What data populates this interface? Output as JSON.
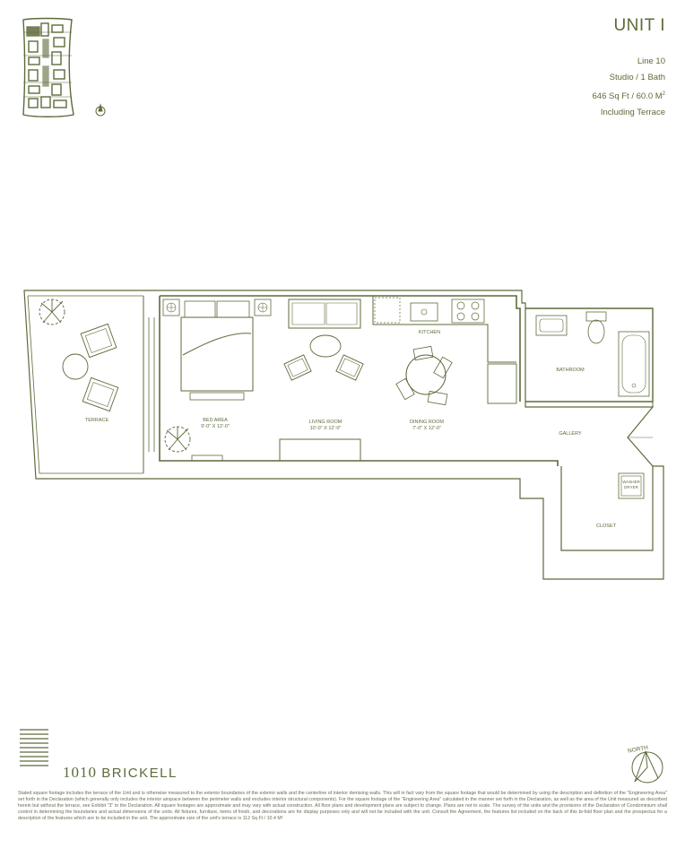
{
  "header": {
    "unit_title": "UNIT I",
    "line": "Line 10",
    "layout": "Studio / 1 Bath",
    "area_text": "646 Sq Ft / 60.0 M",
    "area_sup": "2",
    "terrace_note": "Including Terrace"
  },
  "rooms": {
    "terrace": {
      "name": "TERRACE",
      "dims": ""
    },
    "bed_area": {
      "name": "BED AREA",
      "dims": "9'-0\" X 12'-0\""
    },
    "living_room": {
      "name": "LIVING ROOM",
      "dims": "10'-0\" X 12'-0\""
    },
    "dining_room": {
      "name": "DINING ROOM",
      "dims": "7'-0\" X 12'-0\""
    },
    "kitchen": {
      "name": "KITCHEN"
    },
    "bathroom": {
      "name": "BATHROOM"
    },
    "gallery": {
      "name": "GALLERY"
    },
    "closet": {
      "name": "CLOSET"
    },
    "washer": {
      "line1": "WASHER",
      "line2": "DRYER"
    }
  },
  "branding": {
    "logo_number": "1010",
    "logo_name": "BRICKELL",
    "north_label": "NORTH"
  },
  "colors": {
    "line": "#5c6b3a",
    "text": "#5c6b3a"
  },
  "disclaimer": "Stated square footage includes the terrace of the Unit and is otherwise measured to the exterior boundaries of the exterior walls and the centerline of interior demising walls. This will in fact vary from the square footage that would be determined by using the description and definition of the \"Engineering Area\" set forth in the Declaration (which generally only includes the interior airspace between the perimeter walls and excludes interior structural components). For the square footage of the \"Engineering Area\" calculated in the manner set forth in the Declaration, as well as the area of the Unit measured as described herein but without the terrace, see Exhibit \"3\" to the Declaration. All square footages are approximate and may vary with actual construction. All floor plans and development plans are subject to change. Plans are not to scale. The survey of the units and the provisions of the Declaration of Condominium shall control in determining the boundaries and actual dimensions of the units. All fixtures, furniture, items of finish, and decorations are for display purposes only and will not be included with the unit. Consult the Agreement, the features list included on the back of this bi-fold floor plan and the prospectus for a description of the features which are to be included in the unit. The approximate size of the unit's terrace is 112 Sq Ft / 10.4 M²"
}
